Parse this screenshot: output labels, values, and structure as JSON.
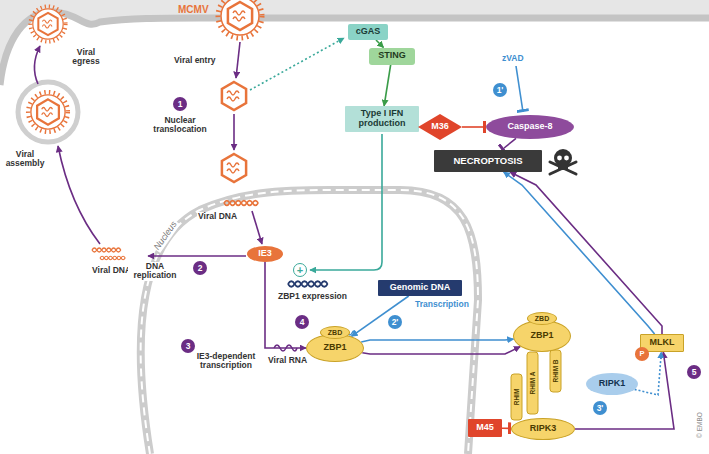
{
  "diagram": {
    "nodes": [
      {
        "text": [
          "cGAS"
        ]
      },
      {
        "text": [
          "STING"
        ]
      },
      {
        "text": [
          "Type I IFN production"
        ]
      },
      {
        "text": [
          "M36"
        ]
      },
      {
        "text": [
          "Caspase-8"
        ]
      },
      {
        "text": [
          "NECROPTOSIS"
        ]
      },
      {
        "text": [
          "IE3"
        ]
      },
      {
        "text": [
          "Genomic DNA"
        ]
      },
      {
        "text": [
          "ZBP1"
        ]
      },
      {
        "text": [
          "ZBD"
        ],
        "in": 8
      },
      {
        "text": [
          "ZBP1"
        ]
      },
      {
        "text": [
          "ZBD"
        ],
        "in": 10
      },
      {
        "text": [
          "RIPK3"
        ]
      },
      {
        "text": [
          "M45"
        ]
      },
      {
        "text": [
          "RIPK1"
        ]
      },
      {
        "text": [
          "MLKL"
        ]
      },
      {
        "text": [
          "P"
        ]
      }
    ],
    "edges": [
      {
        "from": 0,
        "to": 1,
        "arrow": "to"
      },
      {
        "from": 1,
        "to": 2,
        "arrow": "to"
      },
      {
        "from": 3,
        "to": 4,
        "arrow": "to"
      },
      {
        "from": 4,
        "to": 5,
        "arrow": "to"
      },
      {
        "from": 6,
        "to": 8,
        "arrow": "to"
      },
      {
        "from": 7,
        "to": 8,
        "arrow": "to"
      },
      {
        "from": 8,
        "to": 10,
        "arrow": "to"
      },
      {
        "from": 8,
        "to": 10,
        "arrow": "to"
      },
      {
        "from": 13,
        "to": 12,
        "arrow": "to"
      },
      {
        "from": 12,
        "to": 15,
        "arrow": "to"
      },
      {
        "from": 14,
        "to": 15,
        "arrow": "to"
      },
      {
        "from": 15,
        "to": 5,
        "arrow": "to"
      },
      {
        "from": 15,
        "to": 5,
        "arrow": "to"
      }
    ],
    "labels": [
      "MCMV",
      "Viral entry",
      "Viral egress",
      "Viral assembly",
      "1",
      "Nuclear translocation",
      "Nucleus",
      "Viral DNA",
      "Viral DNA",
      "2",
      "DNA replication",
      "3",
      "IE3-dependent transcription",
      "Viral RNA",
      "+",
      "ZBP1 expression",
      "Transcription",
      "4",
      "2'",
      "zVAD",
      "1'",
      "RHIM A",
      "RHIM B",
      "RHIM",
      "3'",
      "5",
      "© EMBO"
    ]
  }
}
